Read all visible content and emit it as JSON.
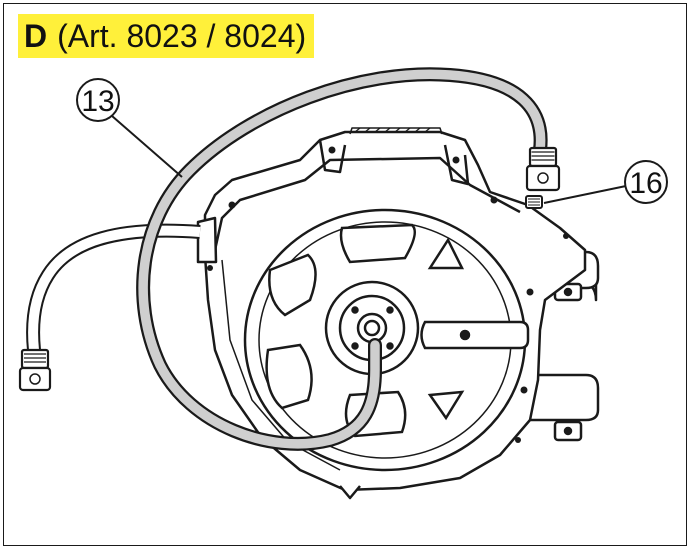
{
  "header": {
    "letter": "D",
    "text": "(Art. 8023 / 8024)",
    "highlight_color": "#fff03a"
  },
  "callouts": [
    {
      "label": "13",
      "part": "hose"
    },
    {
      "label": "16",
      "part": "hose-connector"
    }
  ],
  "colors": {
    "line": "#1a1a1a",
    "hose_fill": "#cfcfcf",
    "body_fill": "#ffffff"
  }
}
